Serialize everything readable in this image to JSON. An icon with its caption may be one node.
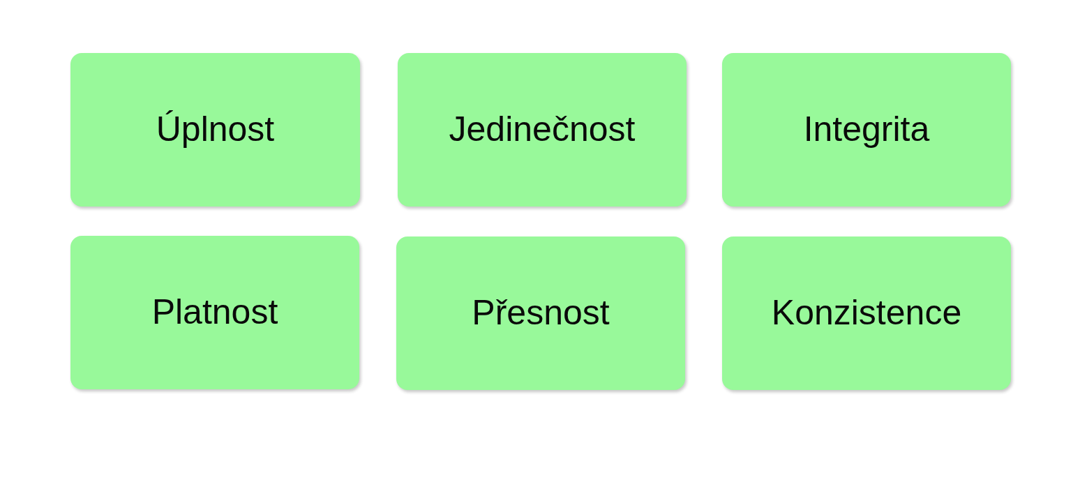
{
  "diagram": {
    "nodes": [
      {
        "text": [
          "Úplnost"
        ]
      },
      {
        "text": [
          "Jedinečnost"
        ]
      },
      {
        "text": [
          "Integrita"
        ]
      },
      {
        "text": [
          "Platnost"
        ]
      },
      {
        "text": [
          "Přesnost"
        ]
      },
      {
        "text": [
          "Konzistence"
        ]
      }
    ],
    "edges": []
  }
}
